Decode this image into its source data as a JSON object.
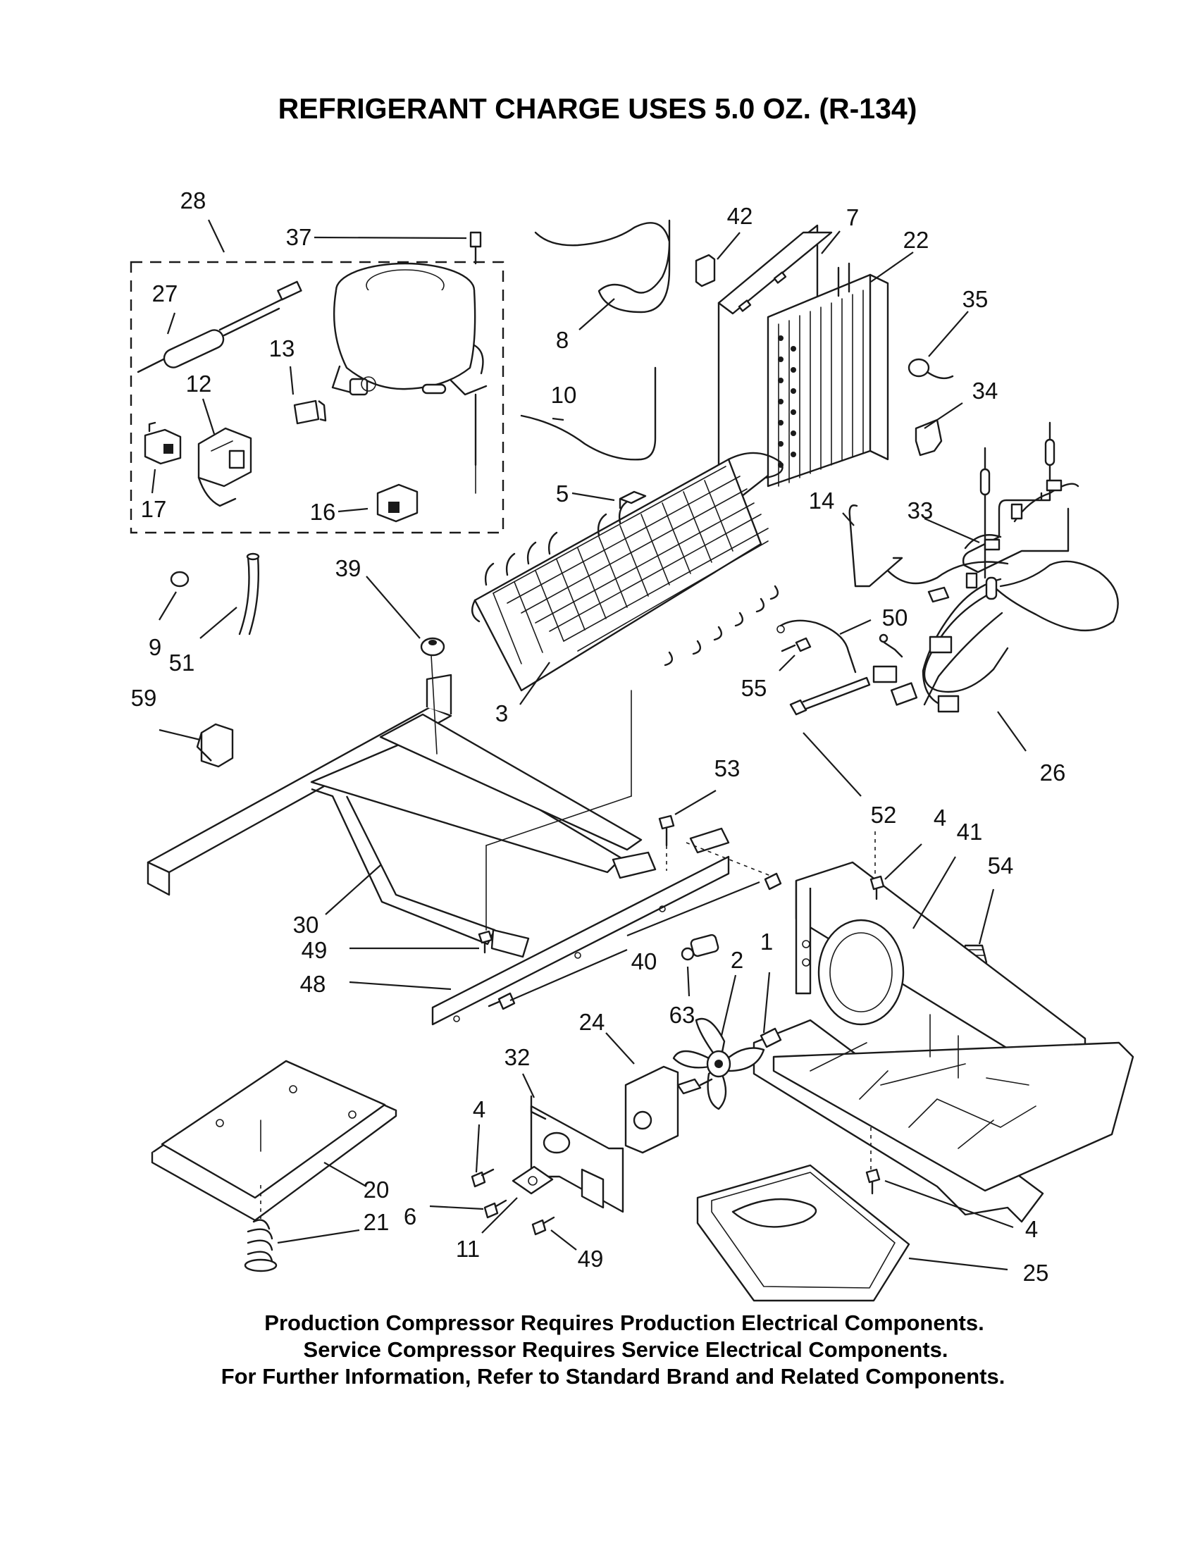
{
  "title": "REFRIGERANT CHARGE USES 5.0 OZ. (R-134)",
  "footer": {
    "line1": "Production Compressor Requires Production Electrical Components.",
    "line2": "Service Compressor Requires Service Electrical Components.",
    "line3": "For Further Information, Refer to Standard Brand and Related Components."
  },
  "callouts": {
    "c28": "28",
    "c37": "37",
    "c27": "27",
    "c13": "13",
    "c12": "12",
    "c17": "17",
    "c16": "16",
    "c8": "8",
    "c10": "10",
    "c42": "42",
    "c7": "7",
    "c22": "22",
    "c35": "35",
    "c34": "34",
    "c5": "5",
    "c14": "14",
    "c33": "33",
    "c39": "39",
    "c9": "9",
    "c51": "51",
    "c50": "50",
    "c55": "55",
    "c59": "59",
    "c3": "3",
    "c26": "26",
    "c53": "53",
    "c52": "52",
    "c4a": "4",
    "c41": "41",
    "c54": "54",
    "c30": "30",
    "c49a": "49",
    "c40": "40",
    "c2": "2",
    "c1": "1",
    "c48": "48",
    "c63": "63",
    "c24": "24",
    "c32": "32",
    "c4b": "4",
    "c20": "20",
    "c6": "6",
    "c21": "21",
    "c11": "11",
    "c49b": "49",
    "c4c": "4",
    "c25": "25"
  }
}
